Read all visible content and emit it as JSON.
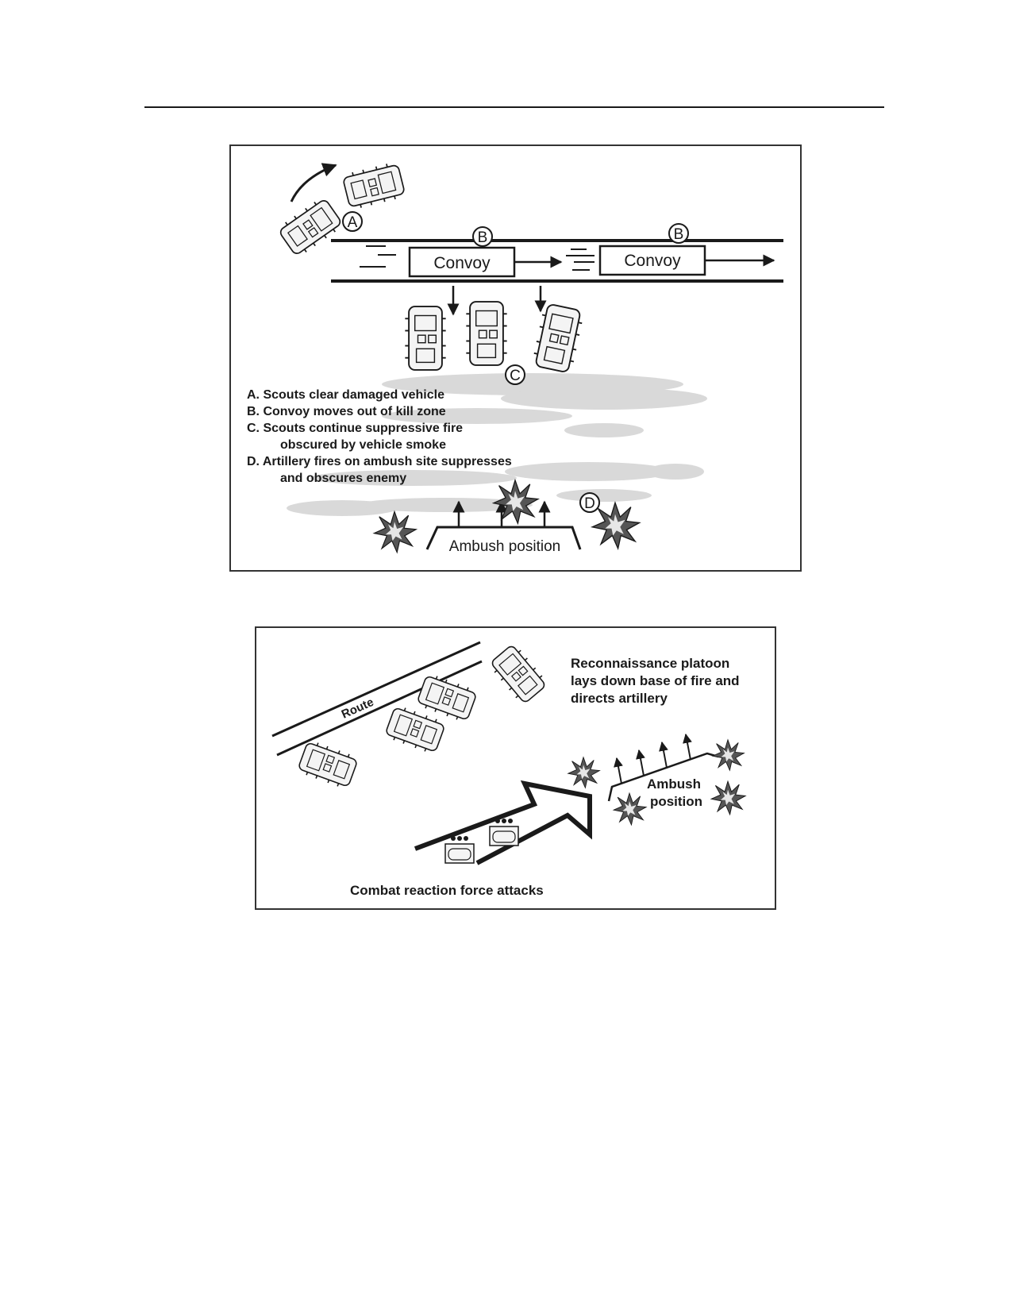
{
  "figure1": {
    "markers": {
      "a": "A",
      "b": "B",
      "c": "C",
      "d": "D"
    },
    "convoy_label": "Convoy",
    "legend": [
      "A. Scouts clear damaged vehicle",
      "B. Convoy moves out of kill zone",
      "C. Scouts continue suppressive fire",
      "obscured by vehicle smoke",
      "D. Artillery fires on ambush site suppresses",
      "and obscures enemy"
    ],
    "ambush_label": "Ambush position"
  },
  "figure2": {
    "route_label": "Route",
    "recon_text": [
      "Reconnaissance platoon",
      "lays down base of fire and",
      "directs artillery"
    ],
    "ambush_label": [
      "Ambush",
      "position"
    ],
    "attack_label": "Combat reaction force attacks"
  },
  "colors": {
    "ink": "#1a1a1a",
    "smoke": "#d9d9d9",
    "vehicle": "#f4f4f4"
  }
}
